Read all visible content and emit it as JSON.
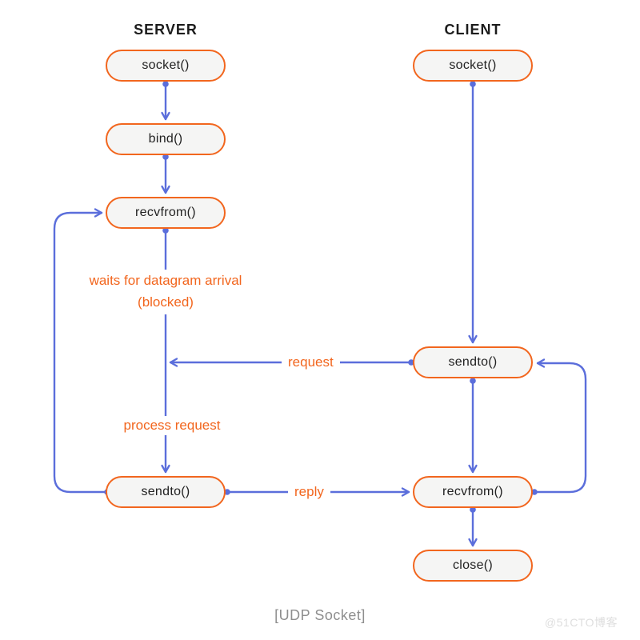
{
  "diagram": {
    "title_server": "SERVER",
    "title_client": "CLIENT",
    "caption": "[UDP Socket]",
    "watermark": "@51CTO博客",
    "colors": {
      "node_border": "#F2661E",
      "node_fill": "#F5F5F4",
      "arrow_blue": "#5B6EDB",
      "annotation_orange": "#F2661E",
      "title_ink": "#1C1C1C",
      "caption_gray": "#8E8E8E",
      "watermark_gray": "#DEDEDE"
    },
    "server_nodes": [
      {
        "label": "socket()"
      },
      {
        "label": "bind()"
      },
      {
        "label": "recvfrom()"
      },
      {
        "label": "sendto()"
      }
    ],
    "client_nodes": [
      {
        "label": "socket()"
      },
      {
        "label": "sendto()"
      },
      {
        "label": "recvfrom()"
      },
      {
        "label": "close()"
      }
    ],
    "annotations": {
      "waits_line1": "waits for datagram arrival",
      "waits_line2": "(blocked)",
      "request": "request",
      "process_request": "process request",
      "reply": "reply"
    }
  }
}
